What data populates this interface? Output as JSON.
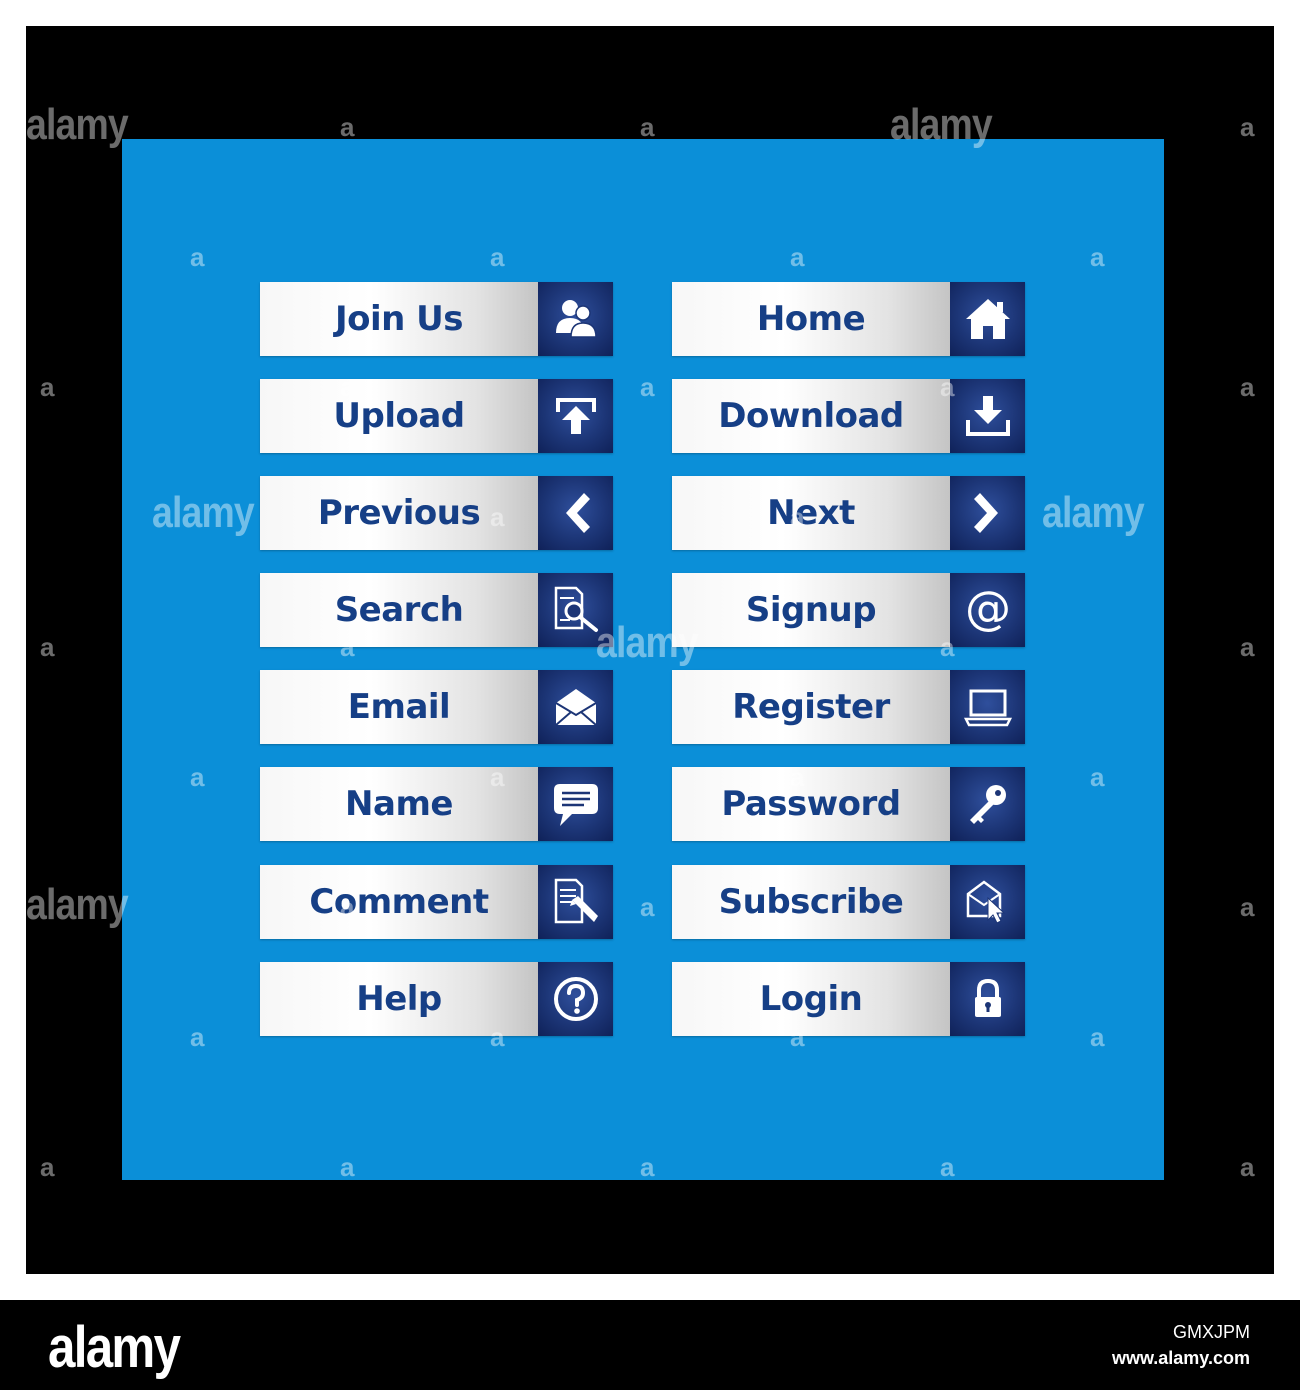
{
  "buttons": {
    "join_us": "Join Us",
    "home": "Home",
    "upload": "Upload",
    "download": "Download",
    "previous": "Previous",
    "next": "Next",
    "search": "Search",
    "signup": "Signup",
    "email": "Email",
    "register": "Register",
    "name": "Name",
    "password": "Password",
    "comment": "Comment",
    "subscribe": "Subscribe",
    "help": "Help",
    "login": "Login"
  },
  "icons": {
    "join_us": "users-icon",
    "home": "home-icon",
    "upload": "upload-icon",
    "download": "download-icon",
    "previous": "chevron-left-icon",
    "next": "chevron-right-icon",
    "search": "document-search-icon",
    "signup": "at-sign-icon",
    "email": "open-envelope-icon",
    "register": "laptop-icon",
    "name": "chat-bubble-icon",
    "password": "key-icon",
    "comment": "document-pencil-icon",
    "subscribe": "mail-cursor-icon",
    "help": "question-circle-icon",
    "login": "padlock-icon"
  },
  "colors": {
    "panel": "#0b8fd8",
    "frame": "#000000",
    "icon_box": "#1c3576",
    "label_text": "#163f86"
  },
  "watermark": {
    "brand": "alamy",
    "letter": "a"
  },
  "footer": {
    "logo": "alamy",
    "image_id": "GMXJPM",
    "url": "www.alamy.com"
  }
}
